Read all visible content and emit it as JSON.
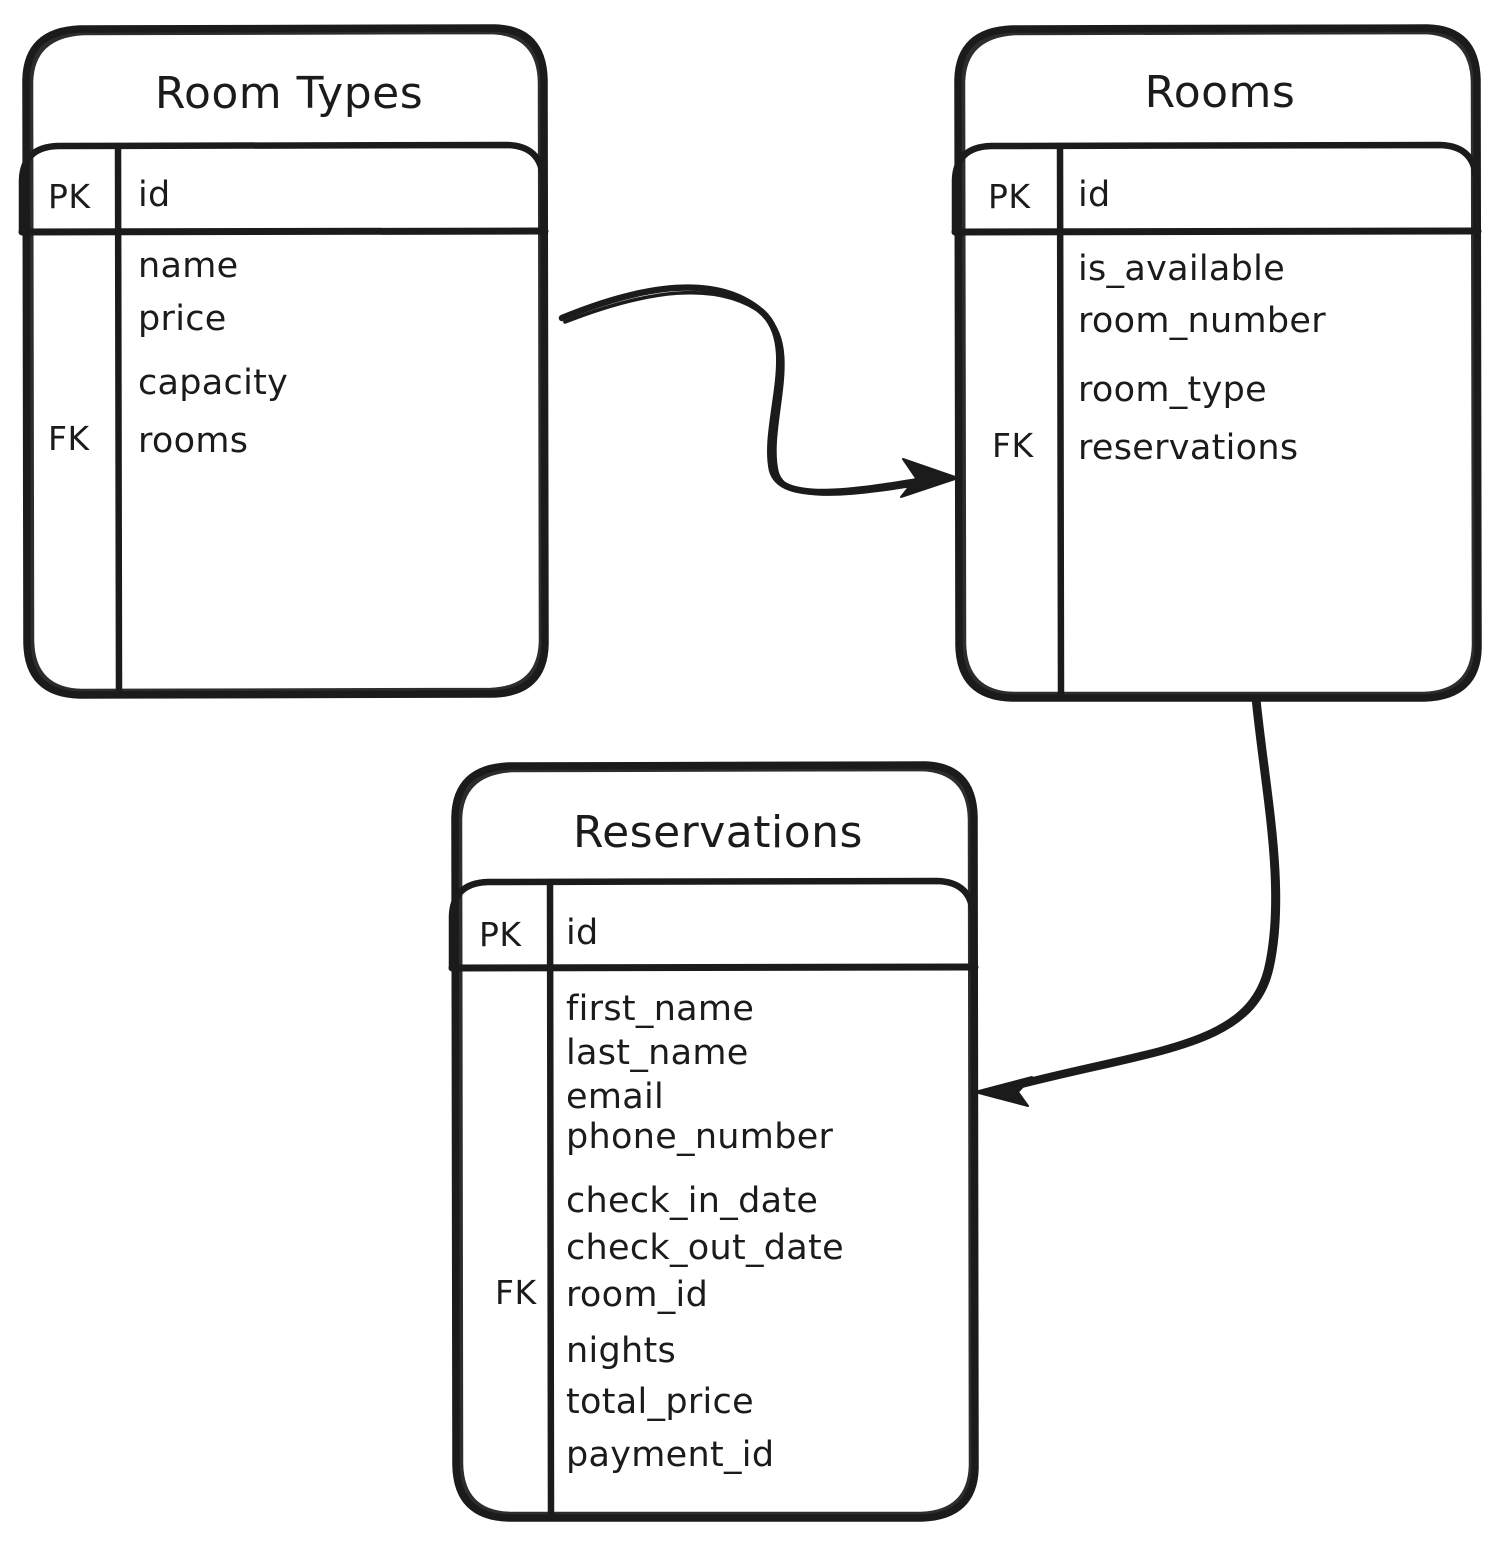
{
  "diagram": {
    "type": "entity-relationship-diagram",
    "style": "hand-drawn",
    "background_color": "#ffffff",
    "stroke_color": "#1b1b1b",
    "entities": [
      {
        "id": "room_types",
        "title": "Room Types",
        "key_column_header": "PK",
        "primary_key": {
          "key": "PK",
          "field": "id"
        },
        "foreign_key_marker": "FK",
        "fields": [
          {
            "key": "",
            "name": "name"
          },
          {
            "key": "",
            "name": "price"
          },
          {
            "key": "",
            "name": "capacity"
          },
          {
            "key": "FK",
            "name": "rooms"
          }
        ]
      },
      {
        "id": "rooms",
        "title": "Rooms",
        "key_column_header": "PK",
        "primary_key": {
          "key": "PK",
          "field": "id"
        },
        "foreign_key_marker": "FK",
        "fields": [
          {
            "key": "",
            "name": "is_available"
          },
          {
            "key": "",
            "name": "room_number"
          },
          {
            "key": "",
            "name": "room_type"
          },
          {
            "key": "FK",
            "name": "reservations"
          }
        ]
      },
      {
        "id": "reservations",
        "title": "Reservations",
        "key_column_header": "PK",
        "primary_key": {
          "key": "PK",
          "field": "id"
        },
        "foreign_key_marker": "FK",
        "fields": [
          {
            "key": "",
            "name": "first_name"
          },
          {
            "key": "",
            "name": "last_name"
          },
          {
            "key": "",
            "name": "email"
          },
          {
            "key": "",
            "name": "phone_number"
          },
          {
            "key": "",
            "name": "check_in_date"
          },
          {
            "key": "",
            "name": "check_out_date"
          },
          {
            "key": "FK",
            "name": "room_id"
          },
          {
            "key": "",
            "name": "nights"
          },
          {
            "key": "",
            "name": "total_price"
          },
          {
            "key": "",
            "name": "payment_id"
          }
        ]
      }
    ],
    "relationships": [
      {
        "id": "room_types-to-rooms",
        "from": "room_types",
        "to": "rooms",
        "arrow": "single-head"
      },
      {
        "id": "rooms-to-reservations",
        "from": "rooms",
        "to": "reservations",
        "arrow": "single-head"
      }
    ]
  }
}
